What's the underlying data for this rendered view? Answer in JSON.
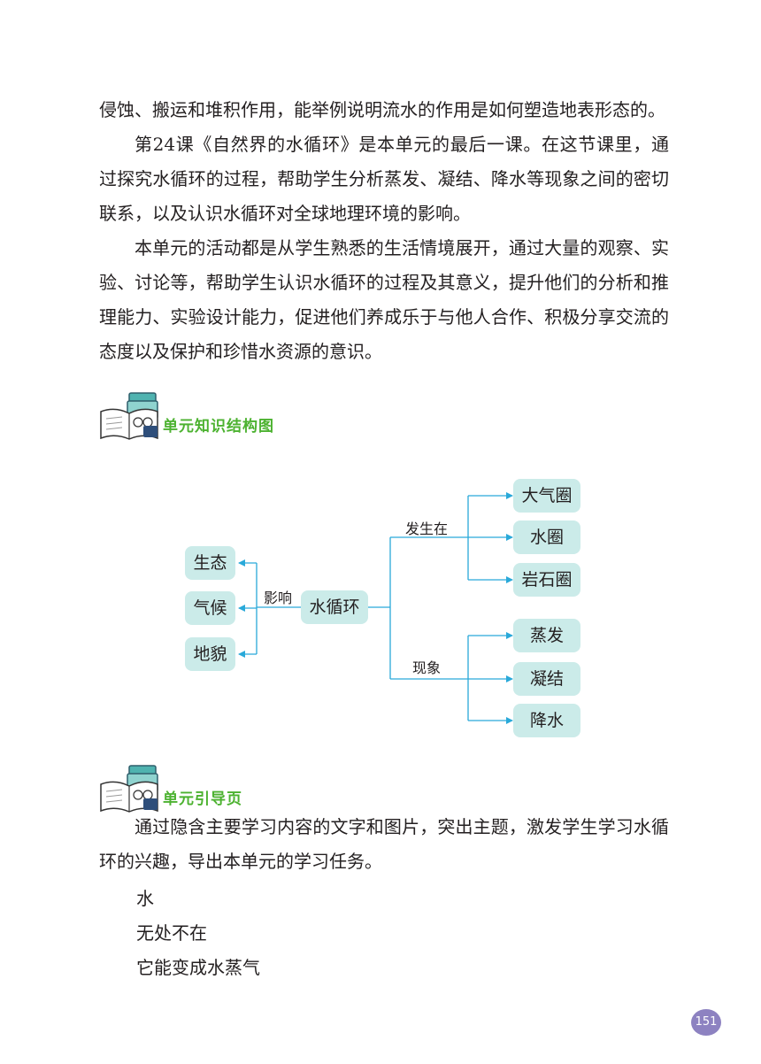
{
  "paragraphs": {
    "p1": "侵蚀、搬运和堆积作用，能举例说明流水的作用是如何塑造地表形态的。",
    "p2": "第24课《自然界的水循环》是本单元的最后一课。在这节课里，通过探究水循环的过程，帮助学生分析蒸发、凝结、降水等现象之间的密切联系，以及认识水循环对全球地理环境的影响。",
    "p3": "本单元的活动都是从学生熟悉的生活情境展开，通过大量的观察、实验、讨论等，帮助学生认识水循环的过程及其意义，提升他们的分析和推理能力、实验设计能力，促进他们养成乐于与他人合作、积极分享交流的态度以及保护和珍惜水资源的意识。"
  },
  "section1": {
    "title": "单元知识结构图"
  },
  "diagram": {
    "center": "水循环",
    "left_label": "影响",
    "left_nodes": [
      "生态",
      "气候",
      "地貌"
    ],
    "upper_label": "发生在",
    "upper_nodes": [
      "大气圈",
      "水圈",
      "岩石圈"
    ],
    "lower_label": "现象",
    "lower_nodes": [
      "蒸发",
      "凝结",
      "降水"
    ],
    "colors": {
      "node_bg": "#cbebe9",
      "arrow": "#29a9d9"
    }
  },
  "section2": {
    "title": "单元引导页",
    "body": "通过隐含主要学习内容的文字和图片，突出主题，激发学生学习水循环的兴趣，导出本单元的学习任务。",
    "lines": [
      "水",
      "无处不在",
      "它能变成水蒸气"
    ]
  },
  "page_number": "151",
  "colors": {
    "heading": "#4cb230",
    "page_badge": "#8d82c1"
  }
}
